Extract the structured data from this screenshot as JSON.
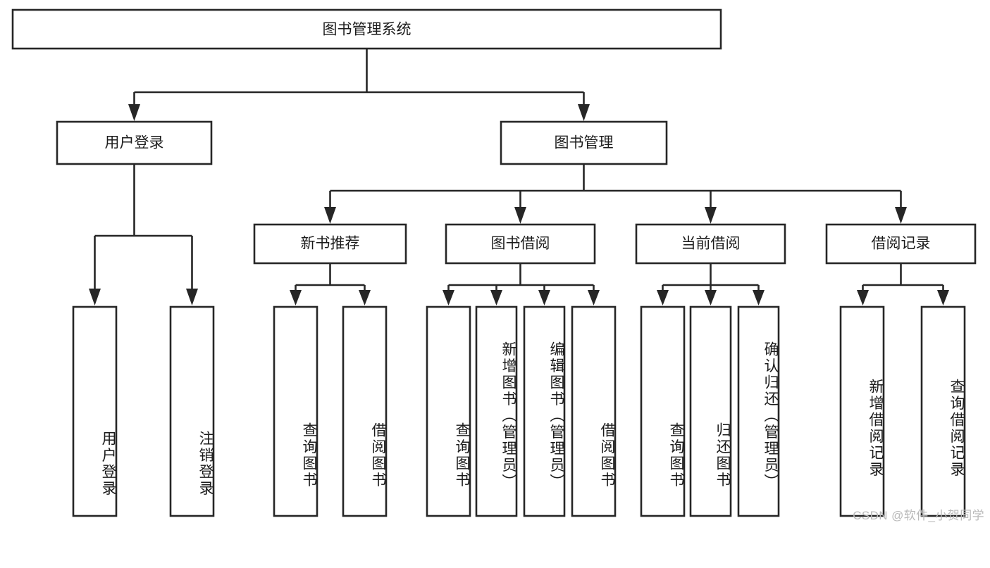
{
  "diagram": {
    "title": "图书管理系统",
    "type": "tree-hierarchy-chart",
    "watermark": "CSDN @软件_小贺同学",
    "colors": {
      "stroke": "#262626",
      "box_fill": "#ffffff",
      "text": "#1b1b1b",
      "background": "#ffffff",
      "watermark": "#b9b9b9"
    },
    "root": {
      "label": "图书管理系统",
      "orientation": "horizontal"
    },
    "level2": [
      {
        "id": "user-login",
        "label": "用户登录",
        "orientation": "horizontal"
      },
      {
        "id": "book-manage",
        "label": "图书管理",
        "orientation": "horizontal"
      }
    ],
    "level3": [
      {
        "id": "new-book-recommend",
        "label": "新书推荐",
        "orientation": "horizontal",
        "parent": "book-manage"
      },
      {
        "id": "book-borrow",
        "label": "图书借阅",
        "orientation": "horizontal",
        "parent": "book-manage"
      },
      {
        "id": "current-borrow",
        "label": "当前借阅",
        "orientation": "horizontal",
        "parent": "book-manage"
      },
      {
        "id": "borrow-record",
        "label": "借阅记录",
        "orientation": "horizontal",
        "parent": "book-manage"
      }
    ],
    "leaves": [
      {
        "id": "leaf-user-login",
        "label": "用户登录",
        "parent": "user-login",
        "orientation": "vertical"
      },
      {
        "id": "leaf-user-logout",
        "label": "注销登录",
        "parent": "user-login",
        "orientation": "vertical"
      },
      {
        "id": "leaf-query-book-1",
        "label": "查询图书",
        "parent": "new-book-recommend",
        "orientation": "vertical"
      },
      {
        "id": "leaf-borrow-book-1",
        "label": "借阅图书",
        "parent": "new-book-recommend",
        "orientation": "vertical"
      },
      {
        "id": "leaf-query-book-2",
        "label": "查询图书",
        "parent": "book-borrow",
        "orientation": "vertical"
      },
      {
        "id": "leaf-add-book",
        "label": "新增图书（管理员）",
        "parent": "book-borrow",
        "orientation": "vertical"
      },
      {
        "id": "leaf-edit-book",
        "label": "编辑图书（管理员）",
        "parent": "book-borrow",
        "orientation": "vertical"
      },
      {
        "id": "leaf-borrow-book-2",
        "label": "借阅图书",
        "parent": "book-borrow",
        "orientation": "vertical"
      },
      {
        "id": "leaf-query-book-3",
        "label": "查询图书",
        "parent": "current-borrow",
        "orientation": "vertical"
      },
      {
        "id": "leaf-return-book",
        "label": "归还图书",
        "parent": "current-borrow",
        "orientation": "vertical"
      },
      {
        "id": "leaf-confirm-return",
        "label": "确认归还（管理员）",
        "parent": "current-borrow",
        "orientation": "vertical"
      },
      {
        "id": "leaf-add-record",
        "label": "新增借阅记录",
        "parent": "borrow-record",
        "orientation": "vertical"
      },
      {
        "id": "leaf-query-record",
        "label": "查询借阅记录",
        "parent": "borrow-record",
        "orientation": "vertical"
      }
    ]
  }
}
